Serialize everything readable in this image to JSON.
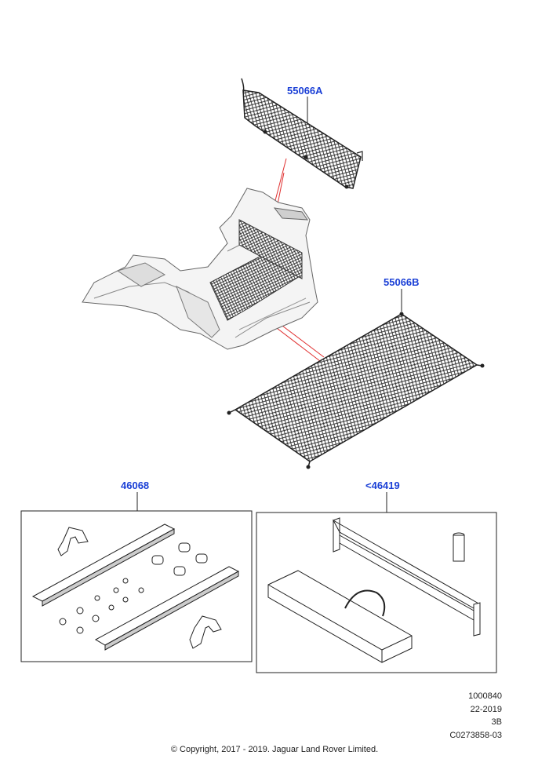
{
  "callouts": {
    "upper_net": "55066A",
    "floor_net": "55066B",
    "rail_kit": "46068",
    "divider_kit": "<46419"
  },
  "meta": {
    "line1": "1000840",
    "line2": "22-2019",
    "line3": "3B",
    "line4": "C0273858-03"
  },
  "copyright": "© Copyright, 2017 - 2019. Jaguar Land Rover Limited.",
  "colors": {
    "callout": "#1a3fd6",
    "leader_red": "#e03030",
    "line": "#222222"
  }
}
